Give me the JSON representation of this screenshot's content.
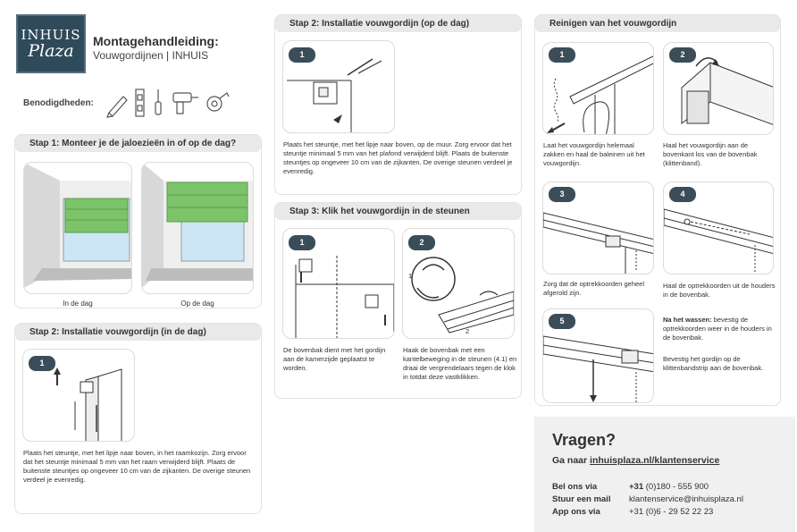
{
  "logo": {
    "line1": "INHUIS",
    "line2": "Plaza"
  },
  "header": {
    "title": "Montagehandleiding:",
    "subtitle": "Vouwgordijnen | INHUIS"
  },
  "needs": {
    "label": "Benodigdheden:",
    "tools": [
      "pencil-icon",
      "level-icon",
      "screwdriver-icon",
      "drill-icon",
      "tape-measure-icon"
    ]
  },
  "step1": {
    "title": "Stap 1: Monteer je de jaloezieën in of op de dag?",
    "caption_in": "In de dag",
    "caption_on": "Op de dag"
  },
  "step2_in": {
    "title": "Stap 2: Installatie vouwgordijn (in de dag)",
    "badge": "1",
    "text": "Plaats het steuntje, met het lipje naar boven, in het raamkozijn. Zorg ervoor dat het steuntje minimaal 5 mm van het raam verwijderd blijft. Plaats de buitenste steuntjes op ongeveer 10 cm van de zijkanten. De overige steunen verdeel je evenredig."
  },
  "step2_on": {
    "title": "Stap 2: Installatie vouwgordijn (op de dag)",
    "badge": "1",
    "text": "Plaats het steuntje, met het lipje naar boven, op de muur. Zorg ervoor dat het steuntje minimaal 5 mm van het plafond verwijderd blijft. Plaats de buitenste steuntjes op ongeveer 10 cm van de zijkanten. De overige steunen verdeel je evenredig."
  },
  "step3": {
    "title": "Stap 3: Klik het vouwgordijn in de steunen",
    "badge1": "1",
    "badge2": "2",
    "text1": "De bovenbak dient met het gordijn aan de kamerzijde geplaatst te worden.",
    "text2": "Haak de bovenbak met een kantelbeweging in de steunen (4.1) en draai de vergrendelaars tegen de klok in totdat deze vastklikken.",
    "fig_label1": "1",
    "fig_label2": "2"
  },
  "cleaning": {
    "title": "Reinigen van het vouwgordijn",
    "steps": [
      {
        "badge": "1",
        "text": "Laat het vouwgordijn helemaal zakken en haal de baleinen uit het vouwgordijn."
      },
      {
        "badge": "2",
        "text": "Haal het vouwgordijn aan de bovenkant los van de bovenbak (klittenband)."
      },
      {
        "badge": "3",
        "text": "Zorg dat de optrekkoorden geheel afgerold zijn."
      },
      {
        "badge": "4",
        "text": "Haal de optrekkoorden uit de houders in de bovenbak."
      },
      {
        "badge": "5",
        "text_bold": "Na het wassen:",
        "text": " bevestig de optrekkoorden weer in de houders in de bovenbak.",
        "text_extra": "Bevestig het gordijn op de klittenbandstrip aan de bovenbak."
      }
    ]
  },
  "contact": {
    "title": "Vragen?",
    "goto_prefix": "Ga naar ",
    "goto_link": "inhuisplaza.nl/klantenservice",
    "rows": [
      {
        "label": "Bel ons via",
        "value_bold": "+31",
        "value": " (0)180 - 555 900"
      },
      {
        "label": "Stuur een mail",
        "value_bold": "",
        "value": "klantenservice@inhuisplaza.nl"
      },
      {
        "label": "App ons via",
        "value_bold": "",
        "value": "+31 (0)6 - 29 52 22 23"
      }
    ]
  },
  "colors": {
    "brand": "#2f4a5a",
    "blind_green": "#7cc36a",
    "bar_gray": "#e9e9e9",
    "badge": "#3a4d58"
  }
}
